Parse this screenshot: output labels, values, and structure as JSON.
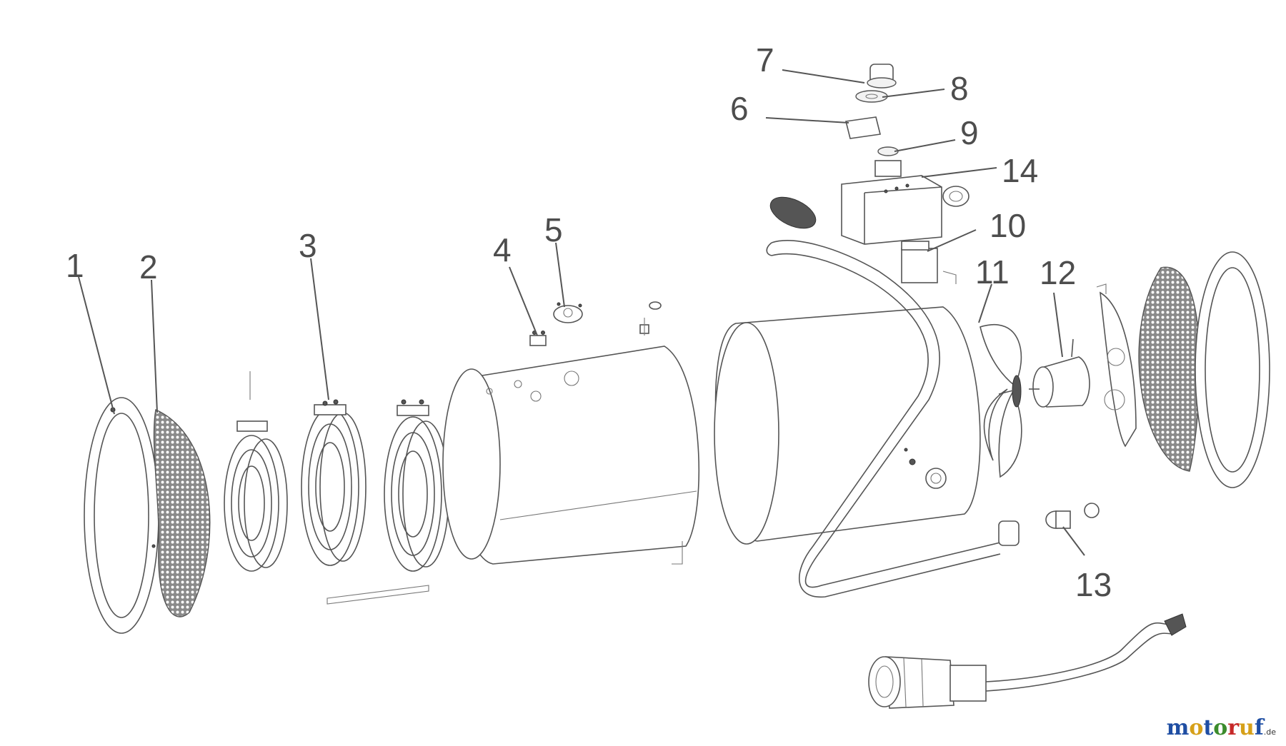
{
  "callouts": [
    {
      "id": "c1",
      "label": "1"
    },
    {
      "id": "c2",
      "label": "2"
    },
    {
      "id": "c3",
      "label": "3"
    },
    {
      "id": "c4",
      "label": "4"
    },
    {
      "id": "c5",
      "label": "5"
    },
    {
      "id": "c6",
      "label": "6"
    },
    {
      "id": "c7",
      "label": "7"
    },
    {
      "id": "c8",
      "label": "8"
    },
    {
      "id": "c9",
      "label": "9"
    },
    {
      "id": "c10",
      "label": "10"
    },
    {
      "id": "c11",
      "label": "11"
    },
    {
      "id": "c12",
      "label": "12"
    },
    {
      "id": "c13",
      "label": "13"
    },
    {
      "id": "c14",
      "label": "14"
    }
  ],
  "watermark": {
    "p1": "m",
    "p2": "o",
    "p3": "t",
    "p4": "o",
    "p5": "r",
    "p6": "u",
    "p7": "f",
    "tld": ".de"
  },
  "colors": {
    "line": "#555555",
    "label": "#4d4d4d",
    "background": "#ffffff"
  }
}
